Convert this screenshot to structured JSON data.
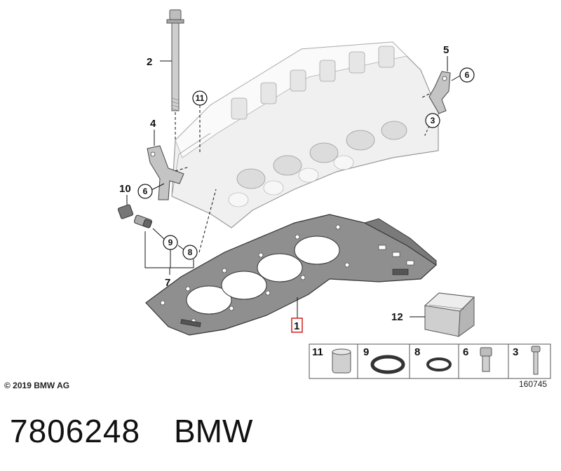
{
  "callouts": {
    "c1": "1",
    "c2": "2",
    "c3": "3",
    "c4": "4",
    "c5": "5",
    "c6a": "6",
    "c6b": "6",
    "c7": "7",
    "c8": "8",
    "c9": "9",
    "c10": "10",
    "c11": "11",
    "c12": "12"
  },
  "legend": {
    "items": [
      "11",
      "9",
      "8",
      "6",
      "3"
    ]
  },
  "copyright": "© 2019 BMW AG",
  "diagram_code": "160745",
  "footer": {
    "part_number": "7806248",
    "brand": "BMW"
  }
}
